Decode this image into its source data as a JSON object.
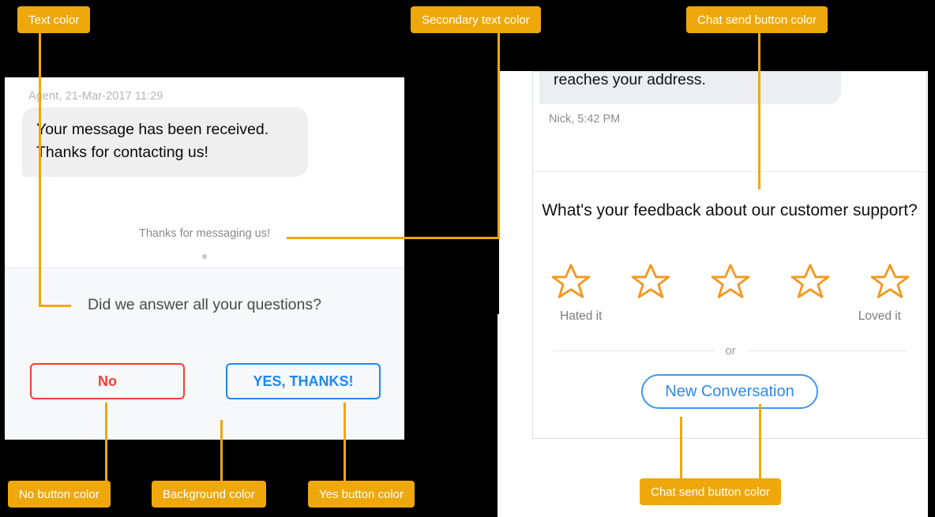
{
  "annotations": {
    "text_color": "Text color",
    "secondary_text_color": "Secondary text color",
    "chat_send_button_color_top": "Chat send button color",
    "no_button_color": "No button color",
    "background_color": "Background color",
    "yes_button_color": "Yes button color",
    "chat_send_button_color_bottom": "Chat send button color"
  },
  "colors": {
    "annotation_chip": "#efa80c",
    "leader_line": "#efa80c",
    "backdrop": "#000000",
    "no_button": "#ff3b30",
    "yes_button": "#1e88f5",
    "chat_send_button": "#2f88f2",
    "star": "#f7961e",
    "text": "#4a4a4a",
    "secondary_text": "#8a8a8a",
    "background": "#f7f8fa"
  },
  "left_card": {
    "message_meta": "Agent, 21-Mar-2017 11:29",
    "message_body": "Your message has been received. Thanks for contacting us!",
    "system_note": "Thanks for messaging us!",
    "question": "Did we answer all your questions?",
    "no_label": "No",
    "yes_label": "YES, THANKS!"
  },
  "right_card": {
    "message_body": "reaches your address.",
    "message_meta": "Nick, 5:42 PM",
    "feedback_title": "What's your feedback about our customer support?",
    "rating_low_label": "Hated it",
    "rating_high_label": "Loved it",
    "stars": [
      "star-1",
      "star-2",
      "star-3",
      "star-4",
      "star-5"
    ],
    "or_label": "or",
    "new_conversation_label": "New Conversation"
  }
}
